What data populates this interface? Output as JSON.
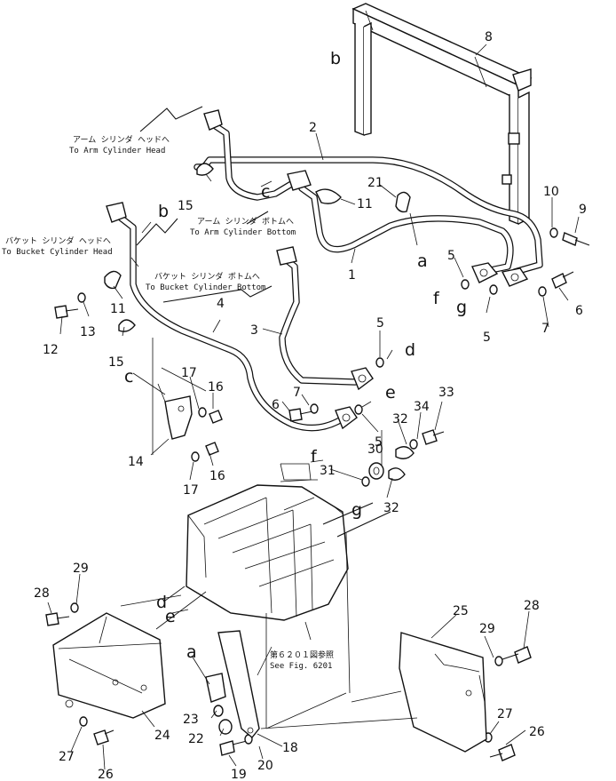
{
  "callouts": {
    "c1": "1",
    "c2": "2",
    "c3": "3",
    "c4": "4",
    "c5a": "5",
    "c5b": "5",
    "c5c": "5",
    "c5d": "5",
    "c6a": "6",
    "c6b": "6",
    "c7a": "7",
    "c7b": "7",
    "c8": "8",
    "c9": "9",
    "c10": "10",
    "c11a": "11",
    "c11b": "11",
    "c12": "12",
    "c13": "13",
    "c14": "14",
    "c15a": "15",
    "c15b": "15",
    "c16a": "16",
    "c16b": "16",
    "c17a": "17",
    "c17b": "17",
    "c18": "18",
    "c19": "19",
    "c20": "20",
    "c21": "21",
    "c22": "22",
    "c23": "23",
    "c24": "24",
    "c25": "25",
    "c26a": "26",
    "c26b": "26",
    "c27a": "27",
    "c27b": "27",
    "c28a": "28",
    "c28b": "28",
    "c29a": "29",
    "c29b": "29",
    "c30": "30",
    "c31": "31",
    "c32a": "32",
    "c32b": "32",
    "c33": "33",
    "c34": "34"
  },
  "letters": {
    "a1": "a",
    "a2": "a",
    "b1": "b",
    "b2": "b",
    "c1": "c",
    "c2": "c",
    "d1": "d",
    "d2": "d",
    "e1": "e",
    "e2": "e",
    "f1": "f",
    "f2": "f",
    "g1": "g",
    "g2": "g"
  },
  "captions": {
    "arm_head_jp": "アーム シリンダ ヘッドへ",
    "arm_head_en": "To Arm Cylinder Head",
    "arm_bottom_jp": "アーム シリンダ ボトムへ",
    "arm_bottom_en": "To Arm Cylinder Bottom",
    "bucket_head_jp": "バケット シリンダ ヘッドへ",
    "bucket_head_en": "To Bucket Cylinder Head",
    "bucket_bottom_jp": "バケット シリンダ ボトムへ",
    "bucket_bottom_en": "To Bucket Cylinder Bottom",
    "see_fig_jp": "第６２０１図参照",
    "see_fig_en": "See Fig. 6201"
  }
}
